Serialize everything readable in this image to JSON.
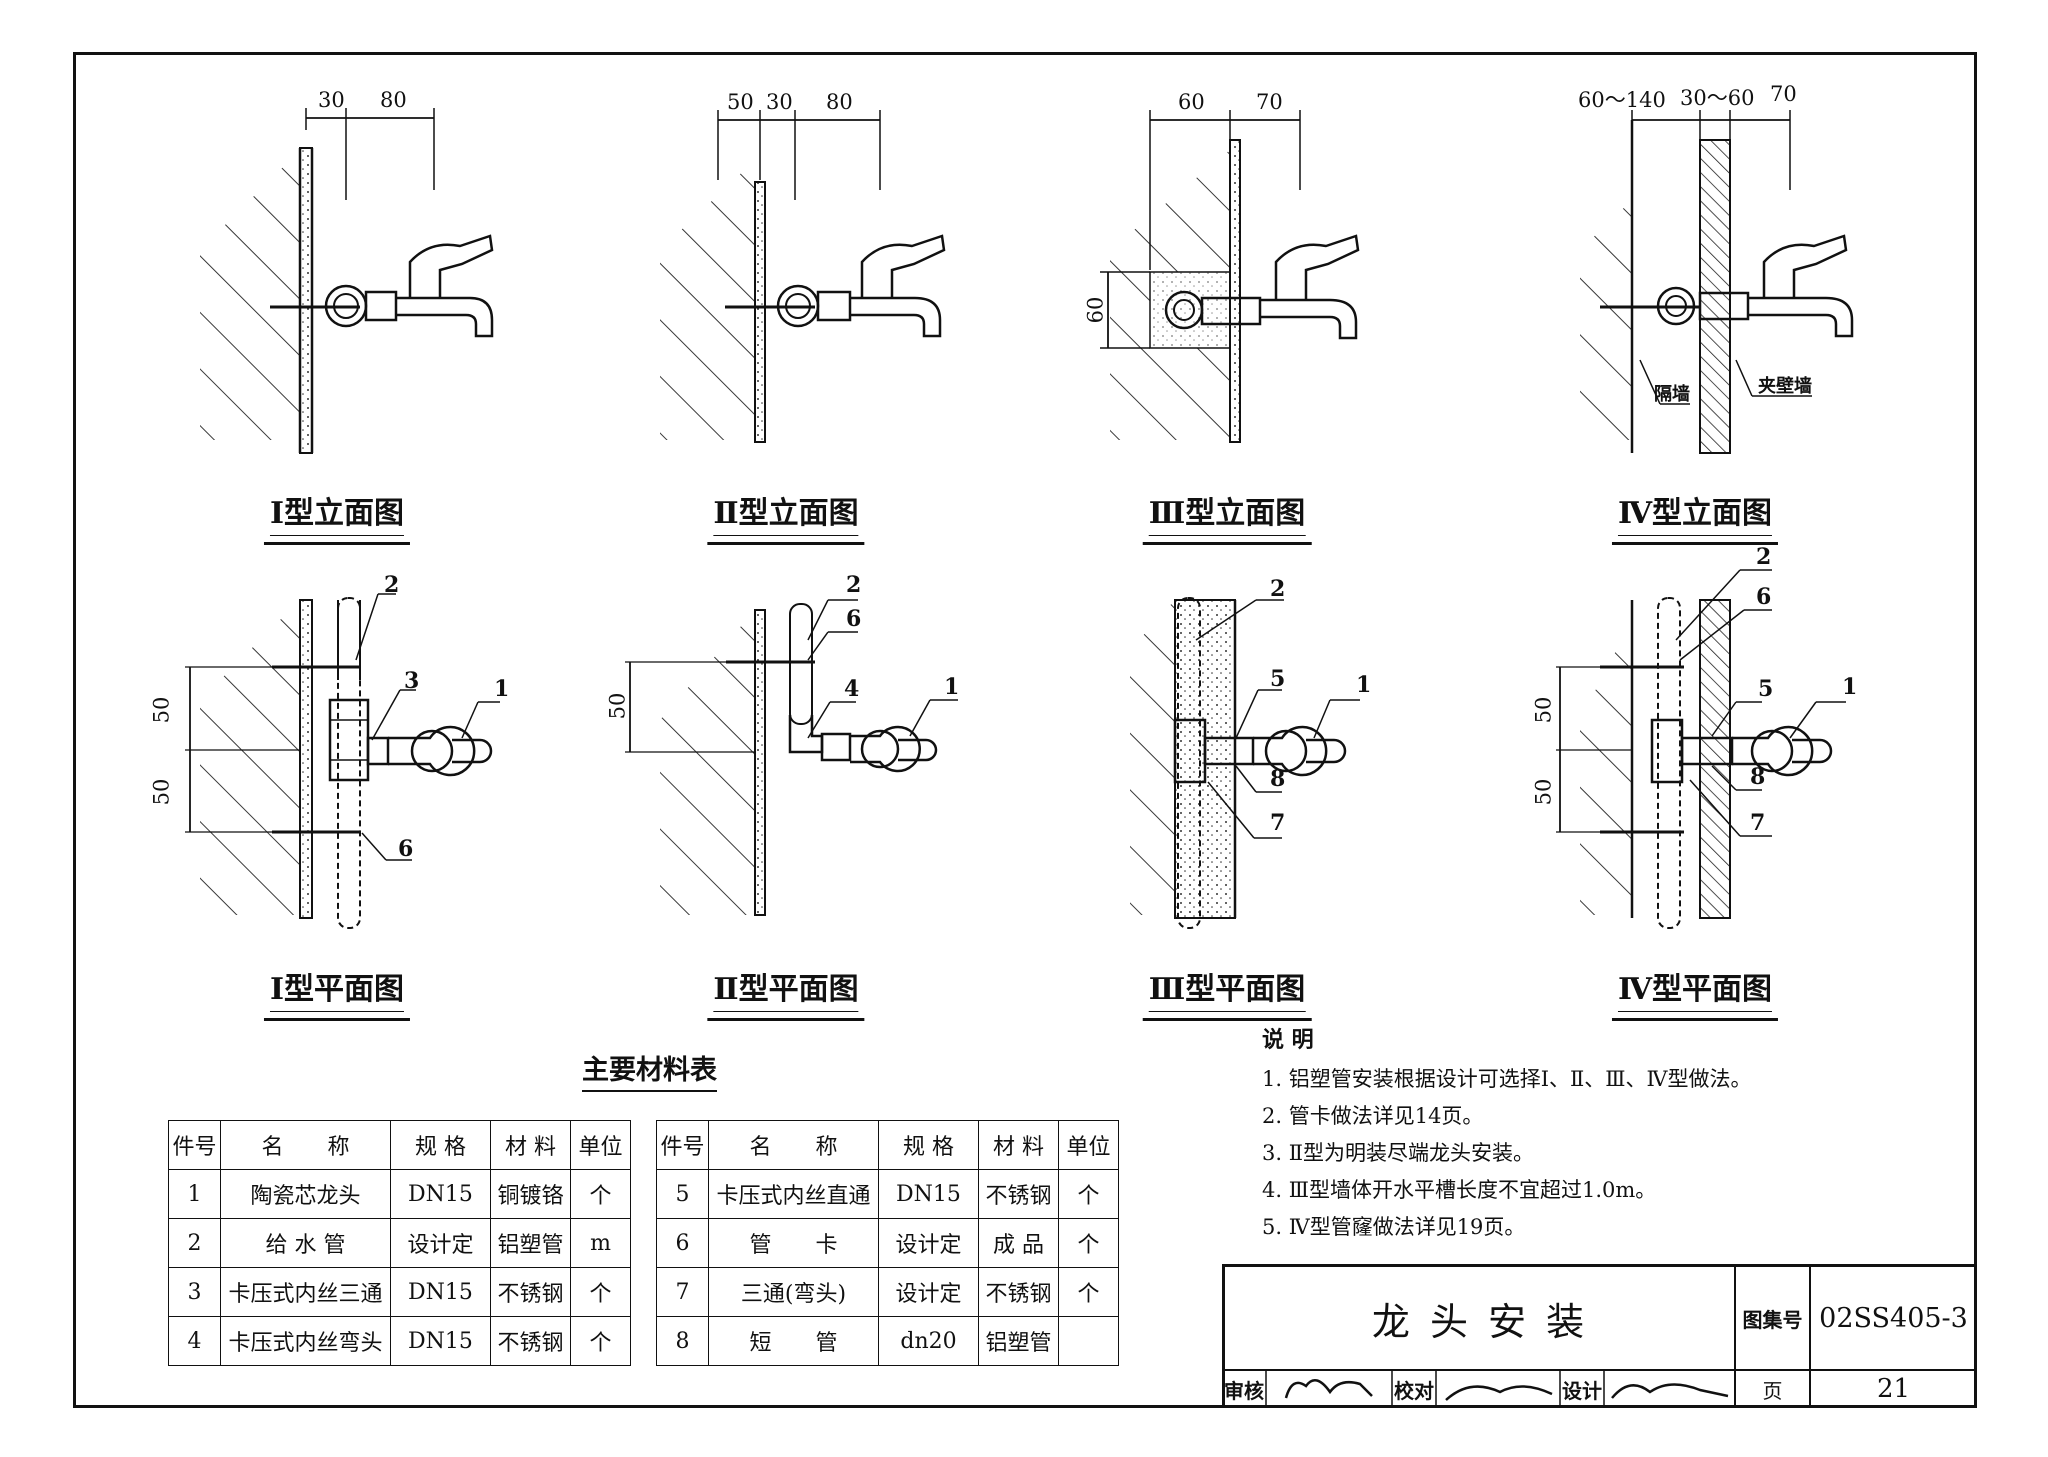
{
  "drawing": {
    "views": {
      "elev1": "Ⅰ型立面图",
      "elev2": "Ⅱ型立面图",
      "elev3": "Ⅲ型立面图",
      "elev4": "Ⅳ型立面图",
      "plan1": "Ⅰ型平面图",
      "plan2": "Ⅱ型平面图",
      "plan3": "Ⅲ型平面图",
      "plan4": "Ⅳ型平面图"
    },
    "dimensions": {
      "e1": [
        "30",
        "80"
      ],
      "e2": [
        "50",
        "30",
        "80"
      ],
      "e3": [
        "60",
        "70"
      ],
      "e3_height": "60",
      "e4": [
        "60～140",
        "30～60",
        "70"
      ],
      "p1": [
        "50",
        "50"
      ],
      "p2": [
        "50"
      ],
      "p4": [
        "50",
        "50"
      ]
    },
    "wall_labels": {
      "partition": "隔墙",
      "sandwich": "夹壁墙"
    },
    "callouts": {
      "p1": [
        "2",
        "3",
        "1",
        "6"
      ],
      "p2": [
        "2",
        "6",
        "4",
        "1"
      ],
      "p3": [
        "2",
        "5",
        "1",
        "8",
        "7"
      ],
      "p4": [
        "2",
        "6",
        "5",
        "1",
        "8",
        "7"
      ]
    }
  },
  "materials": {
    "title": "主要材料表",
    "headers": [
      "件号",
      "名　　称",
      "规 格",
      "材 料",
      "单位"
    ],
    "left_rows": [
      [
        "1",
        "陶瓷芯龙头",
        "DN15",
        "铜镀铬",
        "个"
      ],
      [
        "2",
        "给 水 管",
        "设计定",
        "铝塑管",
        "m"
      ],
      [
        "3",
        "卡压式内丝三通",
        "DN15",
        "不锈钢",
        "个"
      ],
      [
        "4",
        "卡压式内丝弯头",
        "DN15",
        "不锈钢",
        "个"
      ]
    ],
    "right_rows": [
      [
        "5",
        "卡压式内丝直通",
        "DN15",
        "不锈钢",
        "个"
      ],
      [
        "6",
        "管　　卡",
        "设计定",
        "成 品",
        "个"
      ],
      [
        "7",
        "三通(弯头)",
        "设计定",
        "不锈钢",
        "个"
      ],
      [
        "8",
        "短　　管",
        "dn20",
        "铝塑管",
        ""
      ]
    ]
  },
  "notes": {
    "title": "说 明",
    "items": [
      "1. 铝塑管安装根据设计可选择Ⅰ、Ⅱ、Ⅲ、Ⅳ型做法。",
      "2. 管卡做法详见14页。",
      "3. Ⅱ型为明装尽端龙头安装。",
      "4. Ⅲ型墙体开水平槽长度不宜超过1.0m。",
      "5. Ⅳ型管窿做法详见19页。"
    ]
  },
  "title_block": {
    "title": "龙 头 安 装",
    "atlas_label": "图集号",
    "atlas_no": "02SS405-3",
    "review_label": "审核",
    "check_label": "校对",
    "design_label": "设计",
    "page_label": "页",
    "page_no": "21"
  }
}
